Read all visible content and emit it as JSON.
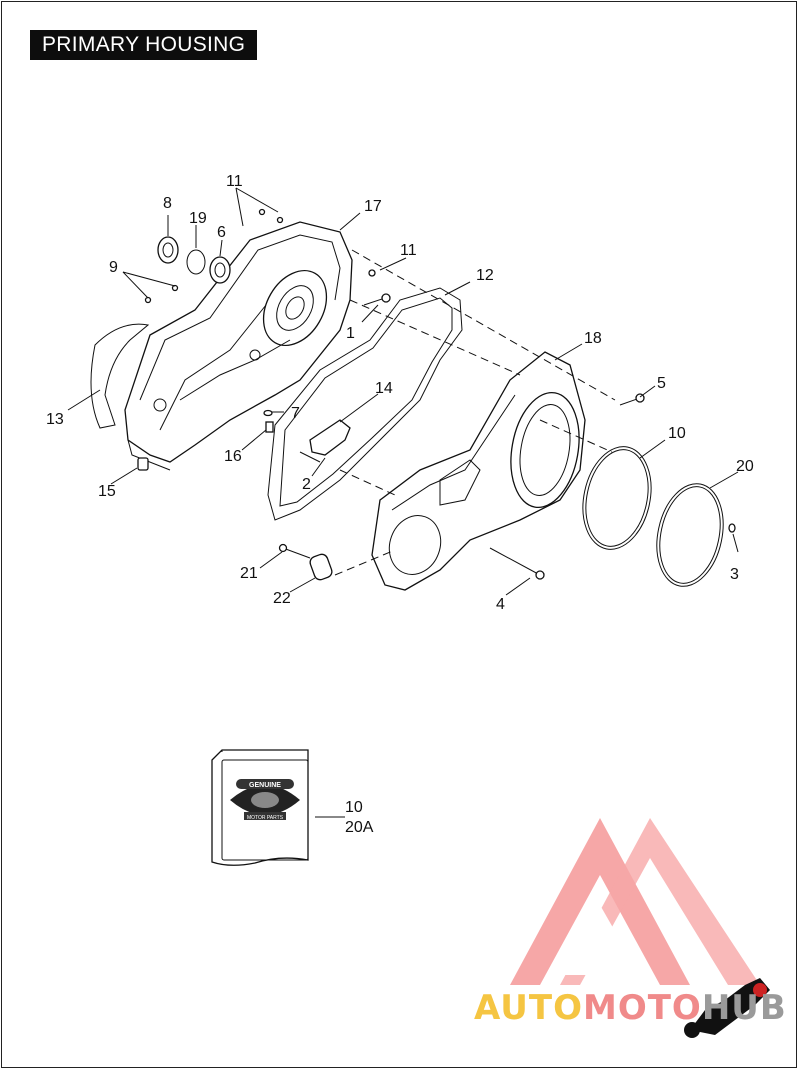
{
  "header": {
    "title": "PRIMARY HOUSING"
  },
  "callouts": {
    "c1": "1",
    "c2": "2",
    "c3": "3",
    "c4": "4",
    "c5": "5",
    "c6": "6",
    "c7": "7",
    "c8": "8",
    "c9": "9",
    "c10": "10",
    "c11a": "11",
    "c11b": "11",
    "c12": "12",
    "c13": "13",
    "c14": "14",
    "c15": "15",
    "c16": "16",
    "c17": "17",
    "c18": "18",
    "c19": "19",
    "c20": "20",
    "c21": "21",
    "c22": "22",
    "kit_top": "10",
    "kit_bottom": "20A"
  },
  "kit": {
    "badge_top": "GENUINE",
    "badge_bottom": "MOTOR PARTS"
  },
  "watermark": {
    "part1": "AUTO",
    "part2": "MOTO",
    "part3": "HUB",
    "color1": "#f5c542",
    "color2": "#f08a8a",
    "color3": "#9a9a9a"
  }
}
